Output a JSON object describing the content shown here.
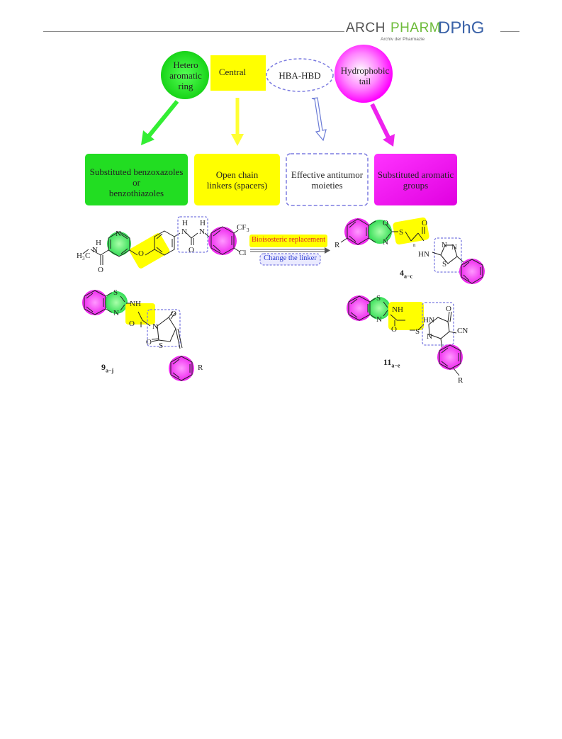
{
  "journal": {
    "arch": "ARCH",
    "pharm": "PHARM",
    "dphg": "DPhG",
    "subtitle": "Archiv der Pharmazie"
  },
  "pharmacophore": {
    "hetero_line1": "Hetero",
    "hetero_line2": "aromatic",
    "hetero_line3": "ring",
    "central": "Central",
    "hba_hbd": "HBA-HBD",
    "hydrophobic_line1": "Hydrophobic",
    "hydrophobic_line2": "tail"
  },
  "boxes": {
    "benz_line1": "Substituted benzoxazoles",
    "benz_line2": "or",
    "benz_line3": "benzothiazoles",
    "linker_line1": "Open chain",
    "linker_line2": "linkers (spacers)",
    "antitumor_line1": "Effective antitumor",
    "antitumor_line2": "moieties",
    "aromatic_line1": "Substituted aromatic",
    "aromatic_line2": "groups"
  },
  "reaction": {
    "bioisosteric": "Bioisosteric replacement",
    "change_linker": "Change the linker"
  },
  "atoms": {
    "N": "N",
    "H": "H",
    "O": "O",
    "S": "S",
    "R": "R",
    "n": "n",
    "NH": "NH",
    "HN": "HN",
    "CN": "CN",
    "Cl": "Cl",
    "CF3": "CF",
    "three": "3",
    "H3C": "H",
    "h3sub": "3",
    "C": "C"
  },
  "compounds": {
    "c4": "4",
    "c4_sub": "a−c",
    "c9": "9",
    "c9_sub": "a−j",
    "c11": "11",
    "c11_sub": "a−e"
  },
  "colors": {
    "green": "#22dd22",
    "yellow": "#ffff00",
    "magenta": "#ff00ff",
    "dash_blue": "#7b7be0",
    "arrow_green": "#33ee33",
    "arrow_yellow": "#ffff33",
    "arrow_magenta": "#ee22ee"
  }
}
